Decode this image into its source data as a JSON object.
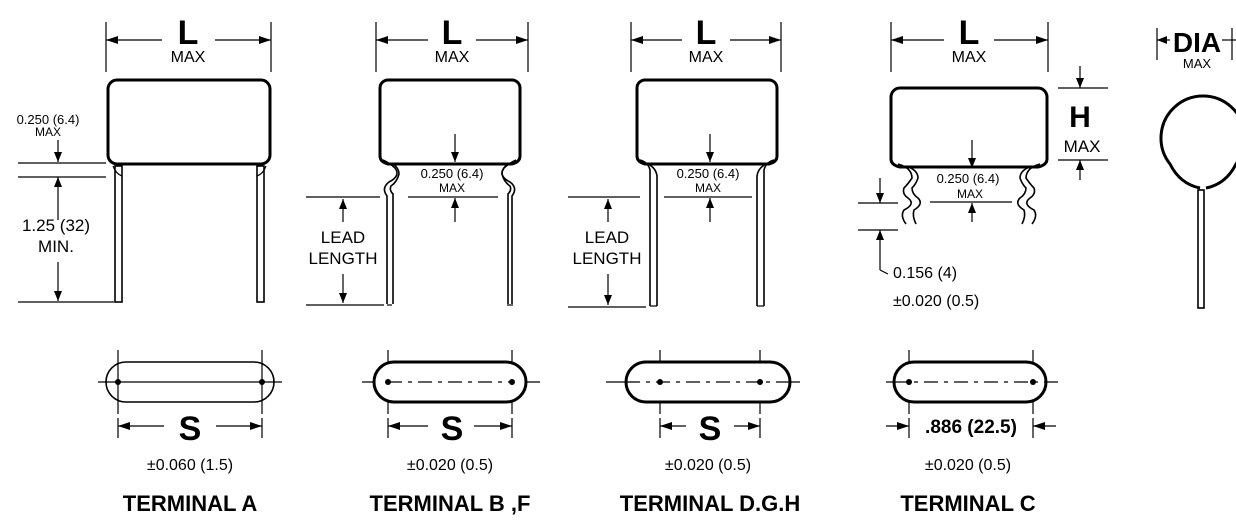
{
  "dimension_labels": {
    "length_symbol": "L",
    "max": "MAX",
    "height_symbol": "H",
    "diameter_symbol": "DIA",
    "spacing_symbol": "S"
  },
  "terminal_a": {
    "side_max_value": "0.250 (6.4)",
    "side_max_label": "MAX",
    "lead_min_value": "1.25 (32)",
    "lead_min_label": "MIN.",
    "tolerance": "±0.060 (1.5)",
    "title": "TERMINAL A"
  },
  "terminal_bf": {
    "kink_value": "0.250 (6.4)",
    "kink_label": "MAX",
    "lead_label_1": "LEAD",
    "lead_label_2": "LENGTH",
    "tolerance": "±0.020 (0.5)",
    "title": "TERMINAL B ,F"
  },
  "terminal_dgh": {
    "kink_value": "0.250 (6.4)",
    "kink_label": "MAX",
    "lead_label_1": "LEAD",
    "lead_label_2": "LENGTH",
    "tolerance": "±0.020 (0.5)",
    "title": "TERMINAL  D.G.H"
  },
  "terminal_c": {
    "kink_value": "0.250 (6.4)",
    "kink_label": "MAX",
    "crimp_value": "0.156 (4)",
    "crimp_tolerance": "±0.020 (0.5)",
    "spacing_value": ".886 (22.5)",
    "tolerance": "±0.020 (0.5)",
    "title": "TERMINAL C"
  }
}
